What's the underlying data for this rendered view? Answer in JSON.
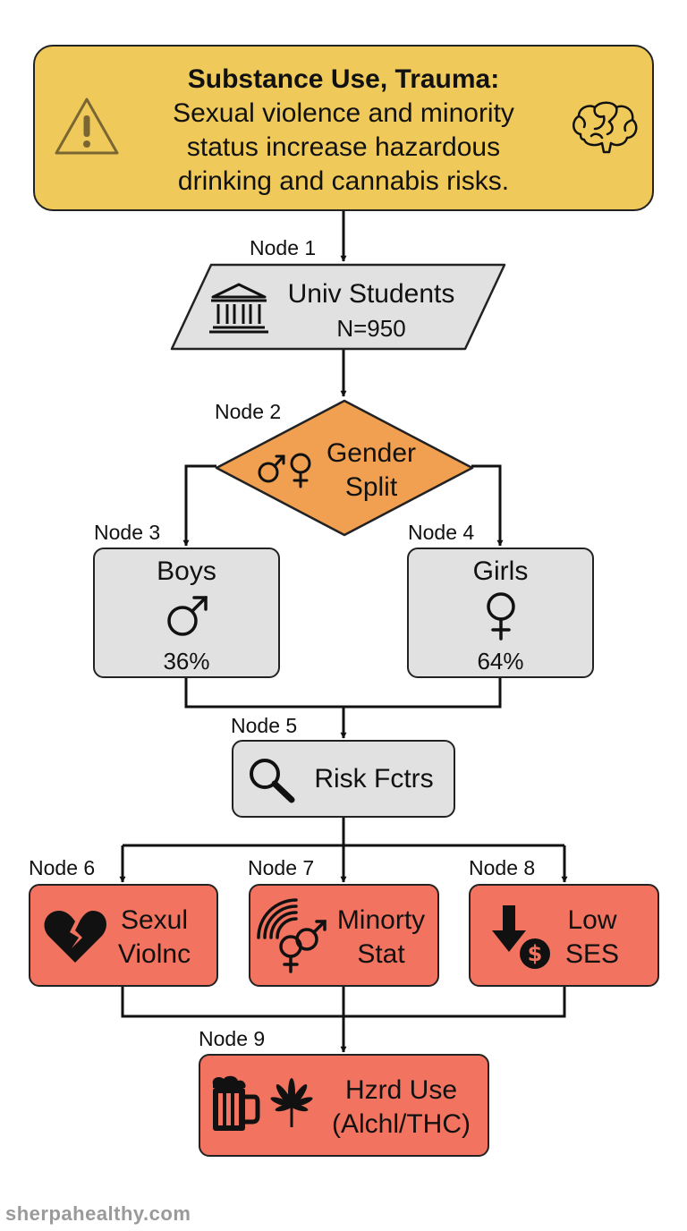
{
  "header": {
    "title": "Substance Use, Trauma:",
    "lines": [
      "Sexual violence and minority",
      "status increase hazardous",
      "drinking and cannabis risks."
    ],
    "icons": [
      "warning-triangle-icon",
      "brain-icon"
    ]
  },
  "nodes": [
    {
      "id": "node1",
      "label": "Node 1",
      "lines": [
        "Univ Students",
        "N=950"
      ],
      "icon": "university-building-icon"
    },
    {
      "id": "node2",
      "label": "Node 2",
      "lines": [
        "Gender",
        "Split"
      ],
      "icon": "gender-symbols-icon"
    },
    {
      "id": "node3",
      "label": "Node 3",
      "lines": [
        "Boys",
        "36%"
      ],
      "icon": "male-symbol-icon"
    },
    {
      "id": "node4",
      "label": "Node 4",
      "lines": [
        "Girls",
        "64%"
      ],
      "icon": "female-symbol-icon"
    },
    {
      "id": "node5",
      "label": "Node 5",
      "lines": [
        "Risk Fctrs"
      ],
      "icon": "magnifier-icon"
    },
    {
      "id": "node6",
      "label": "Node 6",
      "lines": [
        "Sexul",
        "Violnc"
      ],
      "icon": "broken-heart-icon"
    },
    {
      "id": "node7",
      "label": "Node 7",
      "lines": [
        "Minorty",
        "Stat"
      ],
      "icon": "rainbow-gender-icon"
    },
    {
      "id": "node8",
      "label": "Node 8",
      "lines": [
        "Low",
        "SES"
      ],
      "icon": "down-arrow-dollar-icon"
    },
    {
      "id": "node9",
      "label": "Node 9",
      "lines": [
        "Hzrd Use",
        "(Alchl/THC)"
      ],
      "icon": "beer-cannabis-icon"
    }
  ],
  "colors": {
    "header_fill": "#efca5a",
    "decision_fill": "#f0a050",
    "neutral_fill": "#e1e1e1",
    "risk_fill": "#f2735f",
    "stroke": "#222222"
  },
  "watermark": "sherpahealthy.com"
}
